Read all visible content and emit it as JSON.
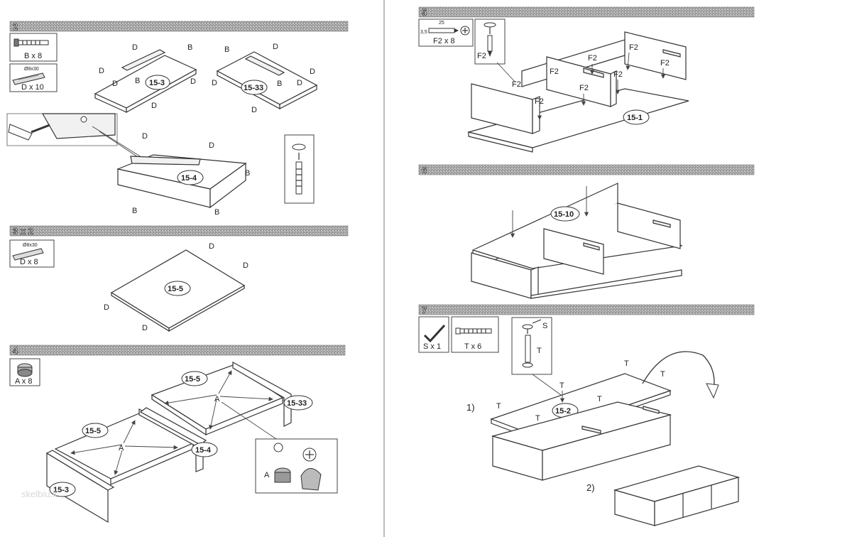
{
  "steps": [
    {
      "number": "2",
      "hardware": [
        {
          "qty": "B x 8"
        },
        {
          "spec": "Ø8x30",
          "qty": "D x 10"
        }
      ],
      "part_labels": [
        "15-3",
        "15-33",
        "15-4"
      ],
      "callouts": [
        "B",
        "D"
      ]
    },
    {
      "number": "3 x 2",
      "hardware": [
        {
          "spec": "Ø8x30",
          "qty": "D x 8"
        }
      ],
      "part_labels": [
        "15-5"
      ],
      "callouts": [
        "D"
      ]
    },
    {
      "number": "4",
      "hardware": [
        {
          "qty": "A x 8"
        }
      ],
      "part_labels": [
        "15-5",
        "15-33",
        "15-5",
        "15-4",
        "15-3"
      ],
      "callouts": [
        "A"
      ]
    },
    {
      "number": "5",
      "hardware": [
        {
          "dim_length": "25",
          "dim_width": "3,5",
          "qty": "F2 x 8"
        }
      ],
      "part_labels": [
        "15-1"
      ],
      "callouts": [
        "F2"
      ]
    },
    {
      "number": "6",
      "hardware": [],
      "part_labels": [
        "15-10"
      ],
      "callouts": []
    },
    {
      "number": "7",
      "hardware": [
        {
          "qty": "S x 1"
        },
        {
          "qty": "T x 6"
        }
      ],
      "part_labels": [
        "15-2"
      ],
      "callouts": [
        "T",
        "S"
      ],
      "substeps": [
        "1)",
        "2)"
      ]
    }
  ],
  "watermark": "skelbiu.lt"
}
